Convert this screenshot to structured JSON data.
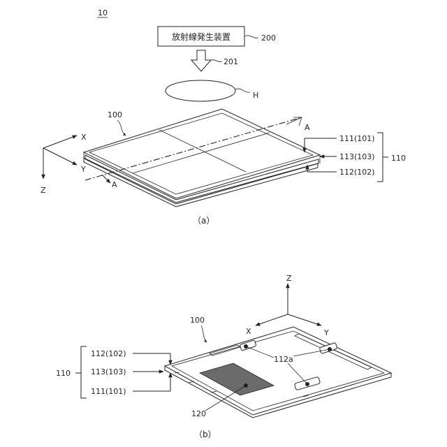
{
  "figure_number": "10",
  "part_a": {
    "caption": "（a）",
    "generator_label": "放射線発生装置",
    "ref_generator": "200",
    "ref_arrow": "201",
    "ref_irradiation": "H",
    "ref_device": "100",
    "axis_x": "X",
    "axis_y": "Y",
    "axis_z": "Z",
    "section_a_top": "A",
    "section_a_bottom": "A",
    "layer_top": "111(101)",
    "layer_mid": "113(103)",
    "layer_bottom": "112(102)",
    "ref_housing": "110"
  },
  "part_b": {
    "caption": "（b）",
    "ref_device": "100",
    "axis_x": "X",
    "axis_y": "Y",
    "axis_z": "Z",
    "layer_top": "112(102)",
    "layer_mid": "113(103)",
    "layer_bottom": "111(101)",
    "ref_housing": "110",
    "ref_feet": "112a",
    "ref_region": "120"
  },
  "colors": {
    "line": "#222222",
    "region_fill": "#6b6b6b"
  }
}
